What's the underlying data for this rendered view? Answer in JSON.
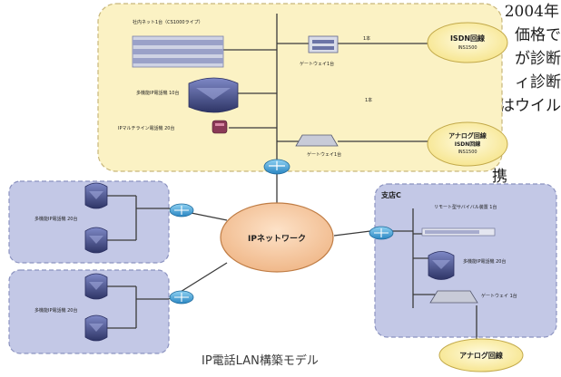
{
  "body_text_lines": [
    "2004年",
    "価格で",
    "が診断",
    "ィ診断",
    "はウイル",
    "）",
    "",
    "携",
    "・",
    "・"
  ],
  "caption": "IP電話LAN構築モデル",
  "network": {
    "center": "IPネットワーク",
    "headquarters": {
      "pbx_label": "社内ネット1台（CS1000ライプ）",
      "gateway1_label": "ゲートウェイ1台",
      "phones_label": "多機能IP電話機 10台",
      "softphone_label": "IPマルチライン電話機 20台",
      "gateway2_label": "ゲートウェイ1台",
      "line1_tag": "1本",
      "line2_tag": "1本"
    },
    "branch_a": {
      "phones_label": "多機能IP電話機 20台"
    },
    "branch_b": {
      "phones_label": "多機能IP電話機 20台"
    },
    "branch_c": {
      "title": "支店C",
      "backup_label": "リモート型サバイバル装置 1台",
      "phones_label": "多機能IP電話機 20台",
      "gateway_label": "ゲートウェイ 1台"
    },
    "external_lines": [
      {
        "title": "ISDN回線",
        "sub": "INS1500"
      },
      {
        "title": "アナログ回線",
        "sub2": "ISDN回線",
        "sub": "INS1500"
      },
      {
        "title": "アナログ回線"
      }
    ]
  },
  "colors": {
    "hq_fill": "#fbf2c4",
    "branch_fill": "#c3c8e6",
    "ellipse_fill": "#f6c497",
    "cloud_fill": "#fff4b0",
    "router_fill": "#3aa0d6",
    "phone_fill": "#404880"
  }
}
